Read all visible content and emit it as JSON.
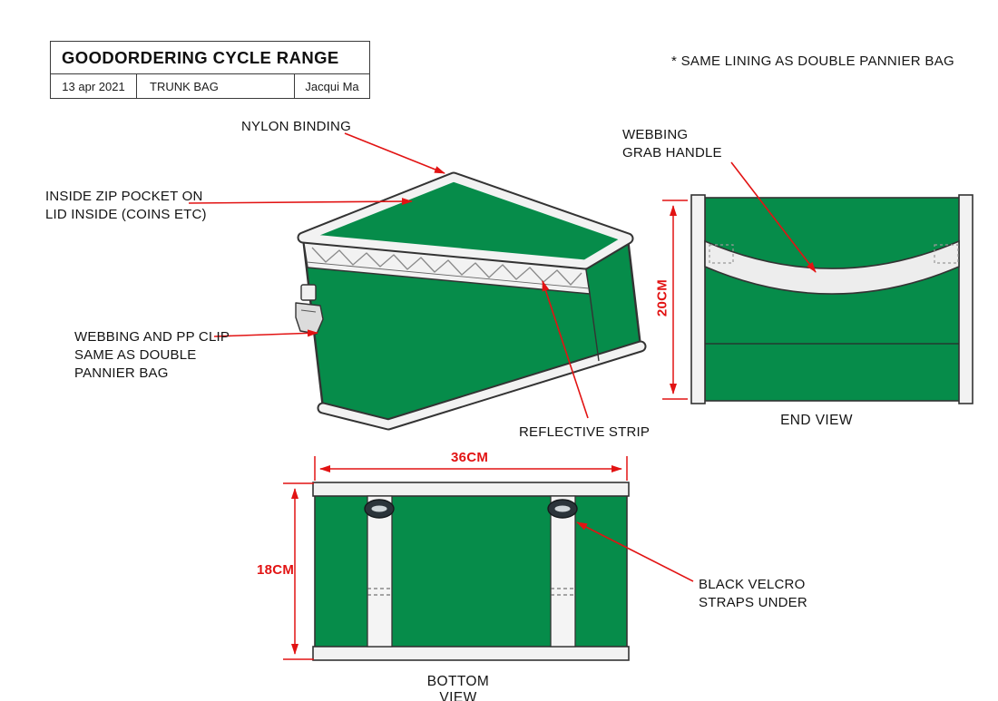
{
  "colors": {
    "bag_green": "#068c4a",
    "annotation_red": "#e21313",
    "binding_gray": "#f2f2f2",
    "outline": "#333333"
  },
  "title_block": {
    "title": "GOODORDERING CYCLE RANGE",
    "date": "13 apr 2021",
    "product": "TRUNK BAG",
    "author": "Jacqui Ma"
  },
  "note_top_right": "* SAME LINING AS DOUBLE PANNIER BAG",
  "annotations": {
    "nylon_binding": "NYLON BINDING",
    "inside_zip_pocket": "INSIDE ZIP POCKET ON\nLID INSIDE (COINS ETC)",
    "webbing_pp_clip": "WEBBING AND PP CLIP\nSAME AS DOUBLE\nPANNIER BAG",
    "reflective_strip": "REFLECTIVE STRIP",
    "webbing_grab_handle": "WEBBING\nGRAB HANDLE",
    "black_velcro_straps": "BLACK VELCRO\nSTRAPS UNDER"
  },
  "dimensions": {
    "end_view_height": "20CM",
    "bottom_view_width": "36CM",
    "bottom_view_height": "18CM"
  },
  "view_captions": {
    "end_view": "END VIEW",
    "bottom_view": "BOTTOM VIEW"
  }
}
